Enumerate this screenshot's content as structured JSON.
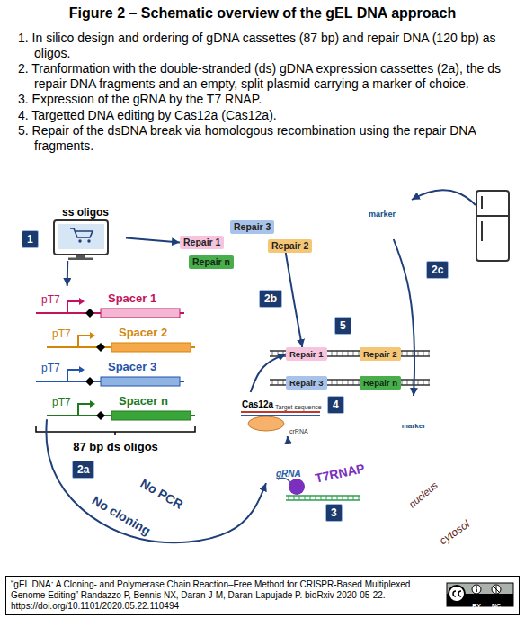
{
  "diagram": {
    "title": "Figure 2 – Schematic overview of the gEL DNA approach",
    "caption": "“gEL DNA: A Cloning- and Polymerase Chain Reaction–Free Method for CRISPR-Based Multiplexed Genome Editing” Randazzo P, Bennis NX, Daran J-M, Daran-Lapujade P. bioRxiv 2020-05-22. https://doi.org/10.1101/2020.05.22.110494",
    "nodes": [
      {
        "text": [
          "ss oligos"
        ]
      },
      {
        "text": [
          "Repair 1"
        ]
      },
      {
        "text": [
          "Repair 3"
        ]
      },
      {
        "text": [
          "Repair n"
        ]
      },
      {
        "text": [
          "Repair 2"
        ]
      },
      {
        "text": [
          "pT7",
          "Spacer 1"
        ]
      },
      {
        "text": [
          "pT7",
          "Spacer 2"
        ]
      },
      {
        "text": [
          "pT7",
          "Spacer 3"
        ]
      },
      {
        "text": [
          "pT7",
          "Spacer n"
        ]
      },
      {
        "text": [
          "cytosol"
        ]
      },
      {
        "text": [
          "nucleus"
        ],
        "in": 9
      },
      {
        "text": [
          "Repair 1"
        ],
        "in": 10
      },
      {
        "text": [
          "Repair 2"
        ],
        "in": 10
      },
      {
        "text": [
          "Repair 3"
        ],
        "in": 10
      },
      {
        "text": [
          "Repair n"
        ],
        "in": 10
      },
      {
        "text": [
          "Cas12a",
          "Target sequence",
          "crRNA"
        ],
        "in": 10
      },
      {
        "text": [
          "marker"
        ],
        "in": 10
      },
      {
        "text": [
          "gRNA",
          "T7RNAP"
        ],
        "in": 10
      },
      {
        "text": [
          "marker"
        ]
      }
    ],
    "edges": [
      {
        "from": 0,
        "to": 1,
        "arrow": "to"
      },
      {
        "from": 0,
        "to": 5,
        "arrow": "to"
      },
      {
        "from": 8,
        "to": 17,
        "arrow": "to"
      },
      {
        "from": 4,
        "to": 11,
        "arrow": "to"
      },
      {
        "from": 17,
        "to": 15,
        "arrow": "to"
      },
      {
        "from": 15,
        "to": 11,
        "arrow": "to"
      },
      {
        "from": 18,
        "to": 16,
        "arrow": "to"
      }
    ],
    "labels": [
      "1. In silico design and ordering of gDNA cassettes (87 bp) and repair DNA (120 bp) as oligos.",
      "2. Tranformation with the double-stranded (ds) gDNA expression cassettes (2a), the ds repair DNA fragments and an empty, split plasmid carrying a marker of choice.",
      "3. Expression of the gRNA by the T7 RNAP.",
      "4. Targetted DNA editing by Cas12a (Cas12a).",
      "5. Repair of the dsDNA break via homologous recombination using the repair DNA fragments.",
      "1",
      "2a",
      "2b",
      "2c",
      "3",
      "4",
      "5",
      "87 bp ds oligos",
      "No PCR",
      "No cloning",
      "BY",
      "NC"
    ]
  }
}
